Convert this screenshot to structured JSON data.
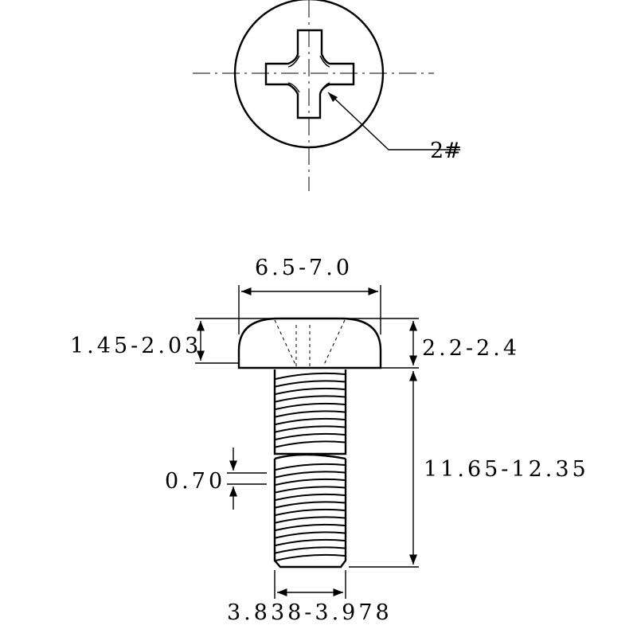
{
  "callout": {
    "label": "2#"
  },
  "dimensions": {
    "head_diameter": "6.5-7.0",
    "head_height_left": "1.45-2.03",
    "head_height_right": "2.2-2.4",
    "shank_length": "11.65-12.35",
    "thread_pitch": "0.70",
    "thread_diameter": "3.838-3.978"
  }
}
